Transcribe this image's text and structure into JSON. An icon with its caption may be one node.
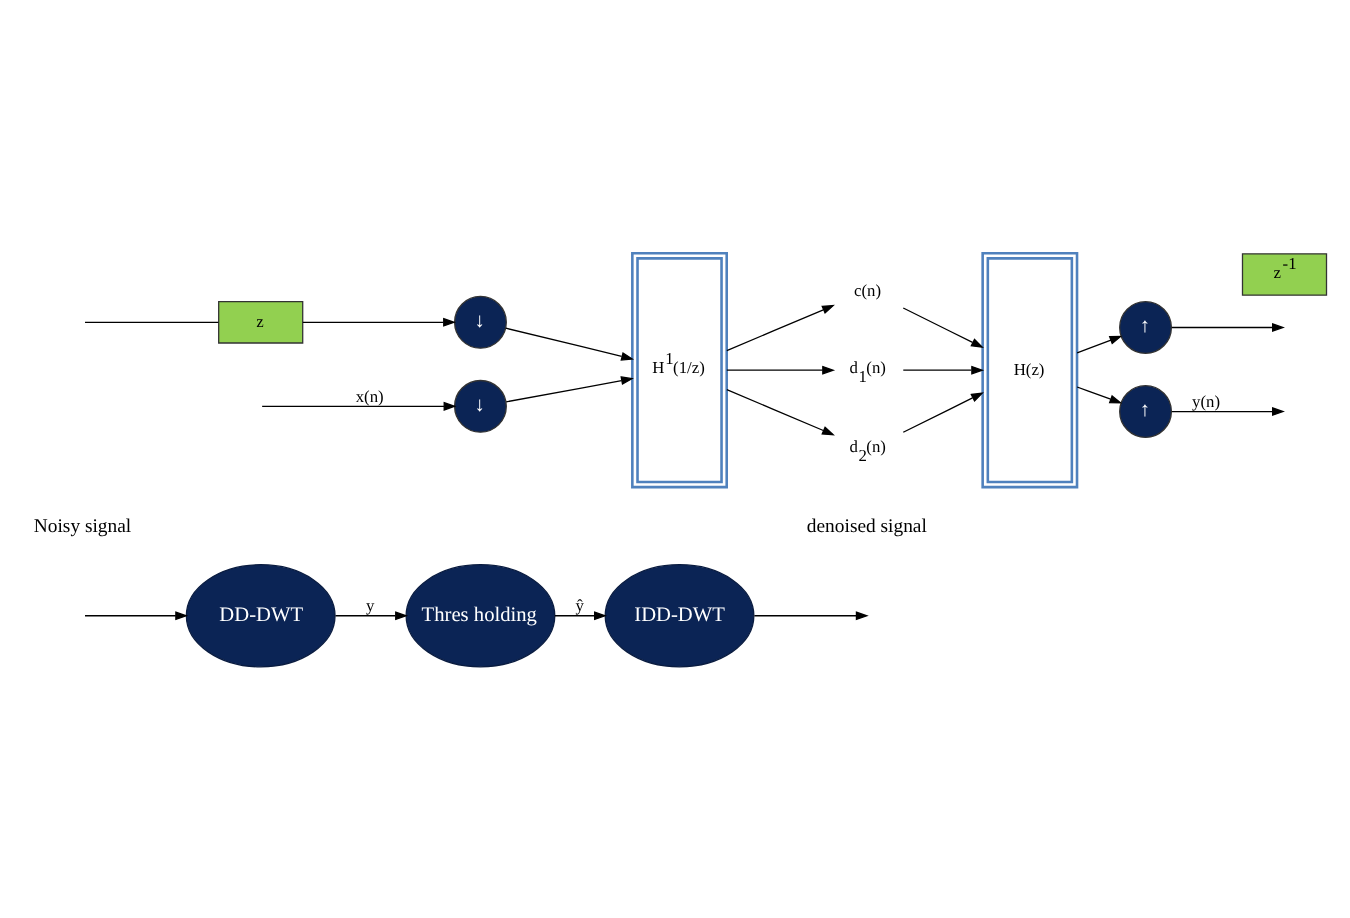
{
  "diagram": {
    "nodes": [
      {
        "text": [
          "DD-DWT"
        ]
      },
      {
        "text": [
          "Thres holding"
        ]
      },
      {
        "text": [
          "IDD-DWT"
        ]
      },
      {
        "text": [
          "↓"
        ]
      },
      {
        "text": [
          "z"
        ]
      },
      {
        "text": [
          "↓"
        ]
      },
      {
        "text": [
          "H$^{1}$(1/z)"
        ]
      },
      {
        "text": [
          "c(n)"
        ]
      },
      {
        "text": [
          "d$_{1}$(n)"
        ]
      },
      {
        "text": [
          "d$_{2}$(n)"
        ]
      },
      {
        "text": [
          "H(z)"
        ]
      },
      {
        "text": [
          "↑"
        ]
      },
      {
        "text": [
          "z$^{-1}$"
        ]
      },
      {
        "text": [
          "↑"
        ]
      }
    ],
    "edges": [
      {
        "from": null,
        "to": 0,
        "arrow": "to"
      },
      {
        "from": 0,
        "to": 1,
        "arrow": "to",
        "label": "y"
      },
      {
        "from": 1,
        "to": 2,
        "arrow": "to",
        "label": "ŷ"
      },
      {
        "from": 2,
        "to": null,
        "arrow": "to"
      },
      {
        "from": null,
        "to": 3,
        "arrow": "to",
        "label": "x(n)"
      },
      {
        "from": null,
        "to": 4,
        "arrow": "none"
      },
      {
        "from": 4,
        "to": 5,
        "arrow": "to"
      },
      {
        "from": 3,
        "to": 6,
        "arrow": "to"
      },
      {
        "from": 5,
        "to": 6,
        "arrow": "to"
      },
      {
        "from": 6,
        "to": 7,
        "arrow": "to"
      },
      {
        "from": 6,
        "to": 8,
        "arrow": "to"
      },
      {
        "from": 6,
        "to": 9,
        "arrow": "to"
      },
      {
        "from": 7,
        "to": 10,
        "arrow": "to"
      },
      {
        "from": 8,
        "to": 10,
        "arrow": "to"
      },
      {
        "from": 9,
        "to": 10,
        "arrow": "to"
      },
      {
        "from": 10,
        "to": 11,
        "arrow": "to"
      },
      {
        "from": 10,
        "to": 13,
        "arrow": "to"
      },
      {
        "from": 11,
        "to": null,
        "arrow": "to"
      },
      {
        "from": 13,
        "to": null,
        "arrow": "to",
        "label": "y(n)"
      }
    ],
    "labels": [
      "Noisy signal",
      "denoised signal"
    ]
  }
}
